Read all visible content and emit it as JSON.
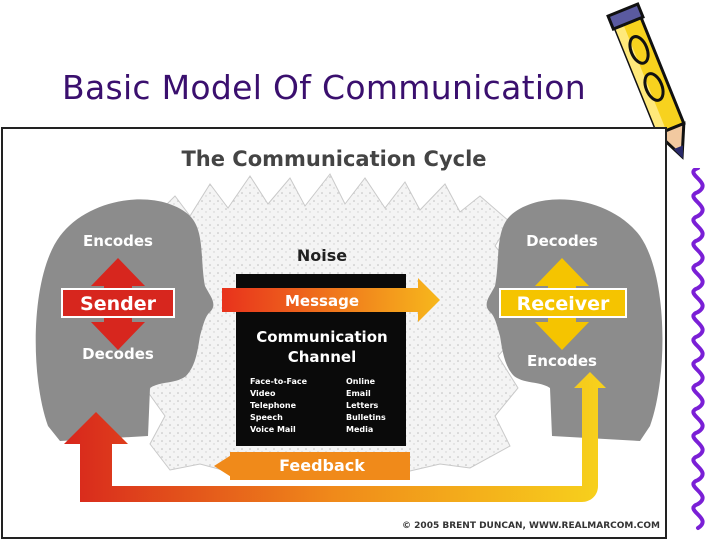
{
  "slide": {
    "title": "Basic Model Of Communication"
  },
  "diagram": {
    "title": "The Communication Cycle",
    "noise": "Noise",
    "sender": {
      "top": "Encodes",
      "label": "Sender",
      "bottom": "Decodes"
    },
    "receiver": {
      "top": "Decodes",
      "label": "Receiver",
      "bottom": "Encodes"
    },
    "message": "Message",
    "channel": {
      "title_line1": "Communication",
      "title_line2": "Channel",
      "left": [
        "Face-to-Face",
        "Video",
        "Telephone",
        "Speech",
        "Voice Mail"
      ],
      "right": [
        "Online",
        "Email",
        "Letters",
        "Bulletins",
        "Media"
      ]
    },
    "feedback": "Feedback",
    "copyright": "© 2005 BRENT DUNCAN, WWW.REALMARCOM.COM"
  },
  "colors": {
    "title": "#3a0f6e",
    "head": "#8a8a8a",
    "sender_red": "#d7261e",
    "receiver_yellow": "#f5c400",
    "channel_black": "#0a0a0a",
    "arrow_orange": "#f07a1a"
  },
  "icons": {
    "pencil": "pencil-icon",
    "border": "squiggle-border"
  }
}
